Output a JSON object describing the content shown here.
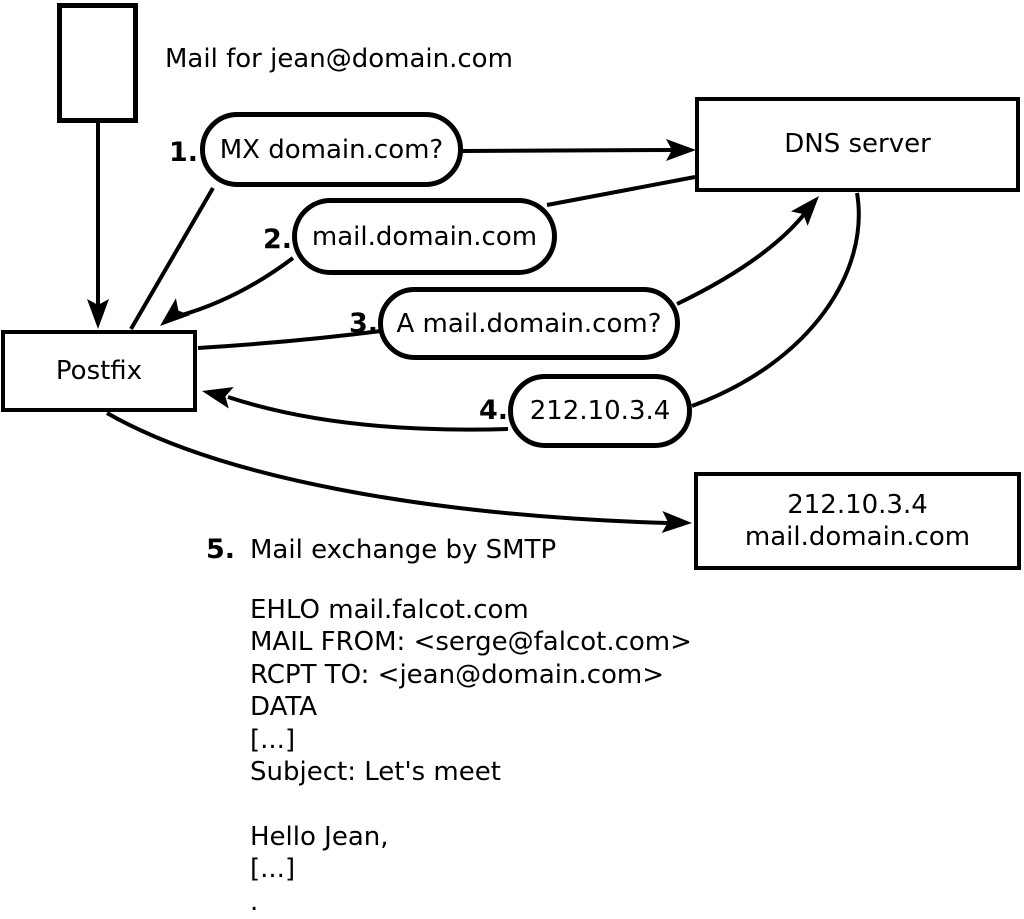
{
  "diagram": {
    "mail_caption": "Mail for jean@domain.com",
    "nodes": {
      "postfix": "Postfix",
      "dns_server": "DNS server",
      "mail_server_line1": "212.10.3.4",
      "mail_server_line2": "mail.domain.com"
    },
    "steps": [
      {
        "num": "1.",
        "label": "MX domain.com?"
      },
      {
        "num": "2.",
        "label": "mail.domain.com"
      },
      {
        "num": "3.",
        "label": "A mail.domain.com?"
      },
      {
        "num": "4.",
        "label": "212.10.3.4"
      },
      {
        "num": "5.",
        "label": "Mail exchange by SMTP"
      }
    ],
    "smtp_session": [
      "EHLO mail.falcot.com",
      "MAIL FROM: <serge@falcot.com>",
      "RCPT TO: <jean@domain.com>",
      "DATA",
      "[...]",
      "Subject: Let's meet",
      "",
      "Hello Jean,",
      "[...]",
      "."
    ],
    "colors": {
      "stroke": "#000000",
      "background": "#ffffff"
    }
  }
}
